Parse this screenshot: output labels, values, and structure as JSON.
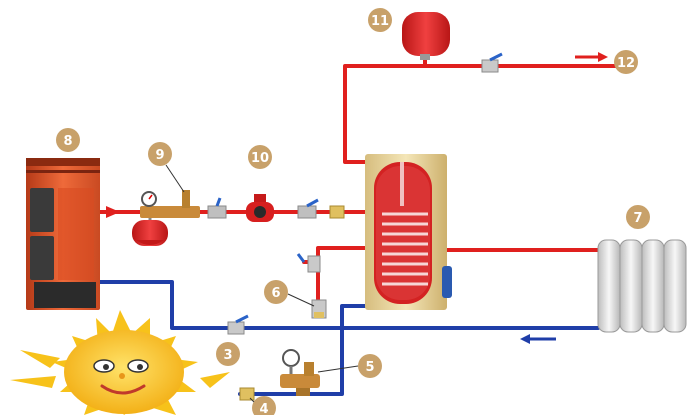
{
  "labels": {
    "l3": "3",
    "l4": "4",
    "l5": "5",
    "l6": "6",
    "l7": "7",
    "l8": "8",
    "l9": "9",
    "l10": "10",
    "l11": "11",
    "l12": "12"
  },
  "colors": {
    "hot_pipe": "#e0201e",
    "cold_pipe": "#1f3ea8",
    "label_badge": "#c8a16a",
    "boiler": "#e2542a",
    "tank_body": "#ecd9a2",
    "tank_inner": "#e0342a",
    "radiator": "#e6e6e6",
    "sun": "#f7c21a"
  }
}
